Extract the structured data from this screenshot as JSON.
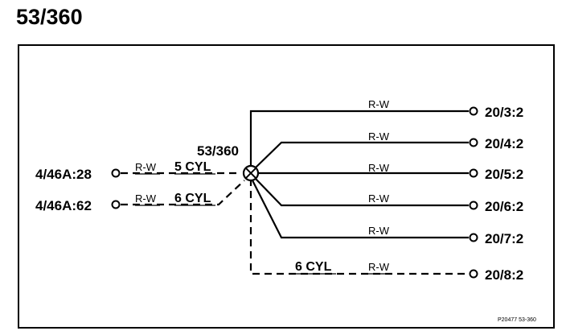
{
  "title": "53/360",
  "splice": {
    "label": "53/360"
  },
  "inputs": [
    {
      "label": "4/46A:28",
      "wire": "R-W",
      "note": "5 CYL"
    },
    {
      "label": "4/46A:62",
      "wire": "R-W",
      "note": "6 CYL"
    }
  ],
  "outputs": [
    {
      "label": "20/3:2",
      "wire": "R-W",
      "note": ""
    },
    {
      "label": "20/4:2",
      "wire": "R-W",
      "note": ""
    },
    {
      "label": "20/5:2",
      "wire": "R-W",
      "note": ""
    },
    {
      "label": "20/6:2",
      "wire": "R-W",
      "note": ""
    },
    {
      "label": "20/7:2",
      "wire": "R-W",
      "note": ""
    },
    {
      "label": "20/8:2",
      "wire": "R-W",
      "note": "6 CYL"
    }
  ],
  "figure_ref": "P20477  53-360"
}
